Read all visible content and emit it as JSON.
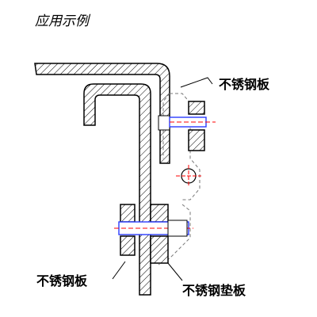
{
  "title": "应用示例",
  "labels": {
    "plate_top_right": "不锈钢板",
    "plate_bottom_left": "不锈钢板",
    "washer_plate": "不锈钢垫板"
  },
  "colors": {
    "line": "#000000",
    "hatch": "#000000",
    "bolt_blue": "#2a3cff",
    "center_red": "#ff0000",
    "dash_gray": "#777777"
  }
}
